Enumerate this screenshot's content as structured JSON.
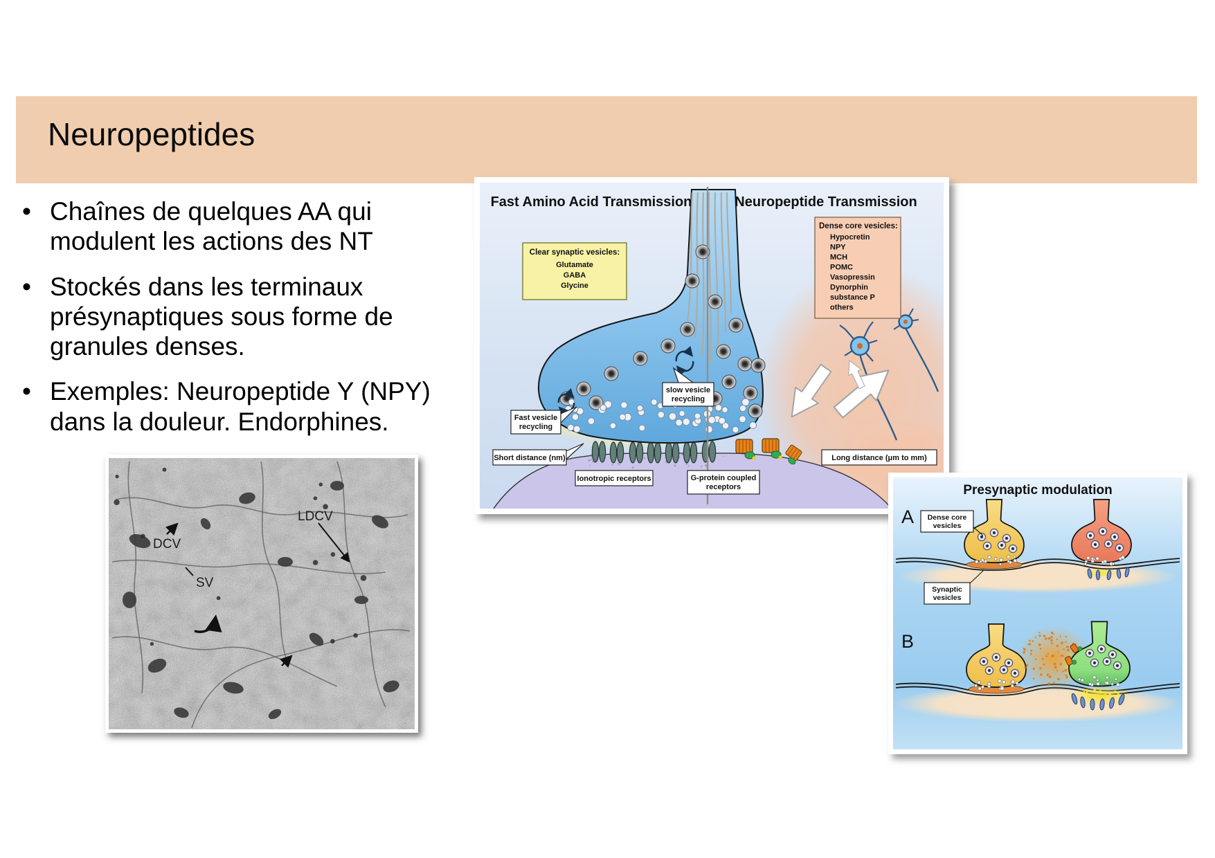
{
  "slide": {
    "title": "Neuropeptides",
    "bullet_char": "•",
    "bullets": [
      {
        "lines": [
          "Chaînes de quelques AA qui",
          "modulent les actions des NT"
        ]
      },
      {
        "lines": [
          "Stockés dans les terminaux",
          "présynaptiques sous forme de",
          "granules denses."
        ]
      },
      {
        "lines": [
          "Exemples: Neuropeptide Y (NPY)",
          "dans la douleur. Endorphines."
        ]
      }
    ]
  },
  "diagram1": {
    "header_left": "Fast Amino Acid Transmission",
    "header_right": "Neuropeptide Transmission",
    "clear_box": {
      "title": "Clear synaptic vesicles:",
      "items": [
        "Glutamate",
        "GABA",
        "Glycine"
      ]
    },
    "dense_box": {
      "title": "Dense core vesicles:",
      "items": [
        "Hypocretin",
        "NPY",
        "MCH",
        "POMC",
        "Vasopressin",
        "Dynorphin",
        "substance P",
        "others"
      ]
    },
    "callouts": {
      "fast_l1": "Fast vesicle",
      "fast_l2": "recycling",
      "slow_l1": "slow vesicle",
      "slow_l2": "recycling",
      "short": "Short distance (nm)",
      "long": "Long distance (μm to mm)",
      "ionotropic": "Ionotropic receptors",
      "gpcr_l1": "G-protein coupled",
      "gpcr_l2": "receptors"
    }
  },
  "em_image": {
    "labels": {
      "dcv": "DCV",
      "sv": "SV",
      "ldcv": "LDCV"
    }
  },
  "diagram2": {
    "title": "Presynaptic modulation",
    "label_a": "A",
    "label_b": "B",
    "dense_core_l1": "Dense core",
    "dense_core_l2": "vesicles",
    "synaptic_l1": "Synaptic",
    "synaptic_l2": "vesicles"
  },
  "colors": {
    "banner": "#F0CDAE",
    "diagram1_bg_top": "#E9F0F9",
    "diagram1_bg_bottom": "#CBDAF0",
    "terminal_blue": "#8FC6EE",
    "clear_box_yellow": "#F8F2A6",
    "dense_box_pink": "#F7CDB4",
    "postsynaptic_purple": "#CBC5E9",
    "cleft_yellow": "#F7F1A3",
    "gpcr_orange": "#E8831C",
    "gprotein_green": "#34A853",
    "diagram2_bg": "#A9D2F1",
    "terminal_yellow": "#F2C960",
    "terminal_salmon": "#EF8F6E",
    "terminal_green": "#94E383",
    "peach_band": "#F8E2C5"
  }
}
